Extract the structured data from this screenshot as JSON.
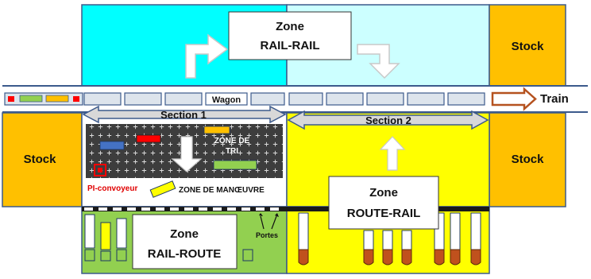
{
  "labels": {
    "zone_rail_rail": [
      "Zone",
      "RAIL-RAIL"
    ],
    "zone_route_rail": [
      "Zone",
      "ROUTE-RAIL"
    ],
    "zone_rail_route": [
      "Zone",
      "RAIL-ROUTE"
    ],
    "stock_top_right": "Stock",
    "stock_left": "Stock",
    "stock_right": "Stock",
    "wagon": "Wagon",
    "train": "Train",
    "section_1": "Section 1",
    "section_2": "Section 2",
    "zone_de_tri": [
      "ZONE DE",
      "TRI"
    ],
    "pi_convoyeur": "PI-convoyeur",
    "zone_de_manoeuvre": "ZONE DE MANŒUVRE",
    "portes": "Portes"
  },
  "colors": {
    "cyan": "#00ffff",
    "light_cyan": "#ccffff",
    "stock_orange": "#ffc000",
    "yellow": "#ffff00",
    "green": "#92d050",
    "dark_sorting": "#3d3d3d",
    "rail_blue": "#3c5a8c",
    "arrow_gray": "#c8c8c8",
    "red": "#ff0000"
  }
}
